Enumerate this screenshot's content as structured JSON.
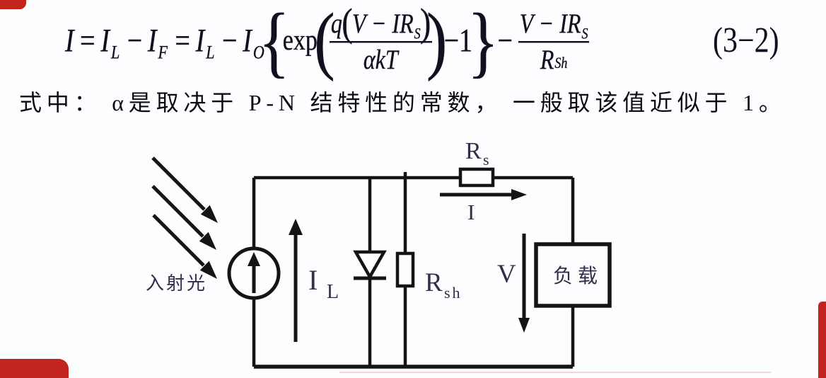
{
  "eq": {
    "I": "I",
    "equals": "=",
    "minus": "−",
    "subL": "L",
    "subF": "F",
    "subO": "O",
    "braceOpen": "{",
    "braceClose": "}",
    "exp": "exp",
    "parenOpen": "(",
    "parenClose": ")",
    "q": "q",
    "num1": "V − IR",
    "subS": "S",
    "den1": "αkT",
    "minusOne": "−1",
    "num2": "V − IR",
    "den2R": "R",
    "subSh": "Sh",
    "number": "(3−2)"
  },
  "paragraph": {
    "text": "式中： α是取决于 P-N 结特性的常数， 一般取该值近似于 1。"
  },
  "circuit": {
    "labels": {
      "rs_main": "R",
      "rs_sub": "s",
      "current": "I",
      "il_main": "I",
      "il_sub": "L",
      "rsh_main": "R",
      "rsh_sub": "sh",
      "v": "V",
      "load": "负载",
      "light": "入射光"
    },
    "line_color": "#141414",
    "label_color": "#332c4a"
  },
  "decor": {
    "accent_red": "#c2241e"
  }
}
